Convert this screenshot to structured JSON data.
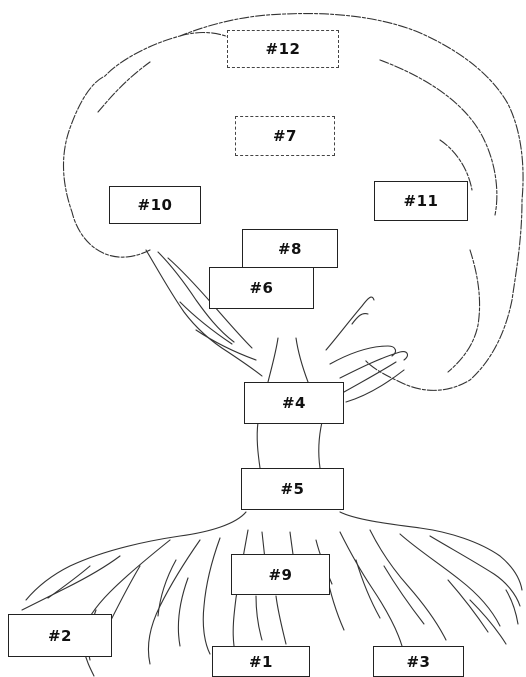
{
  "labels": {
    "box_1": "#1",
    "box_2": "#2",
    "box_3": "#3",
    "box_4": "#4",
    "box_5": "#5",
    "box_6": "#6",
    "box_7": "#7",
    "box_8": "#8",
    "box_9": "#9",
    "box_10": "#10",
    "box_11": "#11",
    "box_12": "#12"
  },
  "colors": {
    "line": "#333333",
    "box_border": "#222222",
    "background": "#ffffff"
  }
}
